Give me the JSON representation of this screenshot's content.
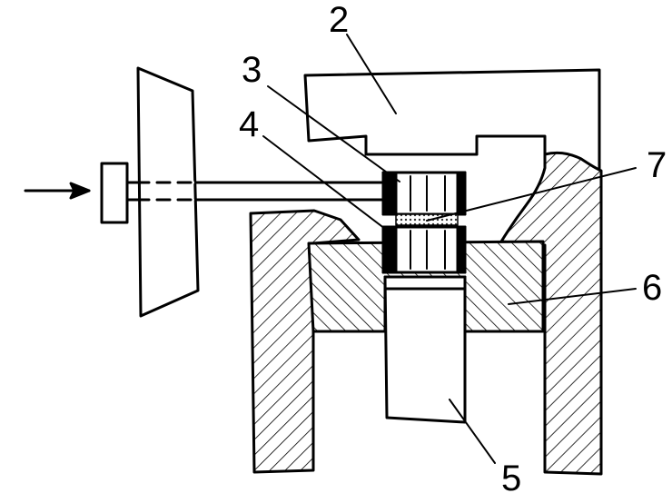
{
  "callouts": [
    {
      "id": "c2",
      "text": "2"
    },
    {
      "id": "c3",
      "text": "3"
    },
    {
      "id": "c4",
      "text": "4"
    },
    {
      "id": "c5",
      "text": "5"
    },
    {
      "id": "c6",
      "text": "6"
    },
    {
      "id": "c7",
      "text": "7"
    }
  ],
  "colors": {
    "ink": "#000000",
    "paper": "#ffffff",
    "powder": "#444444"
  }
}
